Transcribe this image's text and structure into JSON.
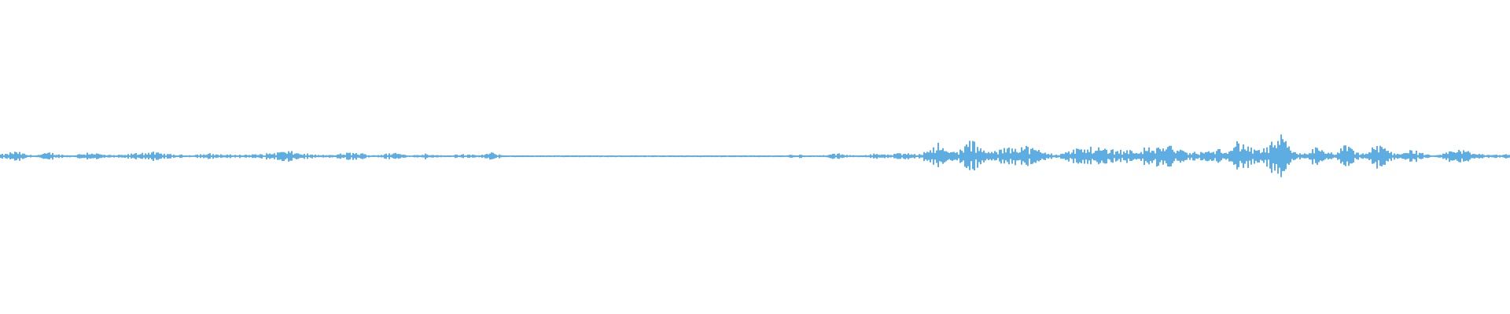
{
  "chart_data": {
    "type": "area",
    "description_of_axes": "",
    "title": "",
    "xlabel": "",
    "ylabel": "",
    "x_range": [
      0,
      1
    ],
    "ylim": [
      -1,
      1
    ],
    "grid": false,
    "legend": "none",
    "color": "#5dade2",
    "background": "#ffffff",
    "envelope_amplitude": [
      0.035,
      0.025,
      0.02,
      0.02,
      0.02,
      0.025,
      0.02,
      0.02,
      0.025,
      0.02,
      0.02,
      0.045,
      0.025,
      0.02,
      0.02,
      0.03,
      0.02,
      0.02,
      0.025,
      0.02,
      0.025,
      0.02,
      0.02,
      0.015,
      0.012,
      0.02,
      0.02,
      0.008,
      0.004,
      0.004,
      0.004,
      0.004,
      0.004,
      0.004,
      0.004,
      0.004,
      0.004,
      0.004,
      0.004,
      0.004,
      0.004,
      0.004,
      0.01,
      0.012,
      0.015,
      0.015,
      0.012,
      0.03,
      0.015,
      0.07,
      0.07,
      0.09,
      0.07,
      0.09,
      0.06,
      0.07,
      0.04,
      0.1,
      0.07,
      0.04,
      0.035,
      0.05,
      0.1,
      0.06,
      0.08,
      0.05,
      0.11,
      0.11,
      0.11,
      0.04,
      0.05,
      0.06,
      0.05,
      0.07,
      0.06,
      0.03,
      0.015,
      0.045,
      0.035,
      0.03
    ]
  }
}
